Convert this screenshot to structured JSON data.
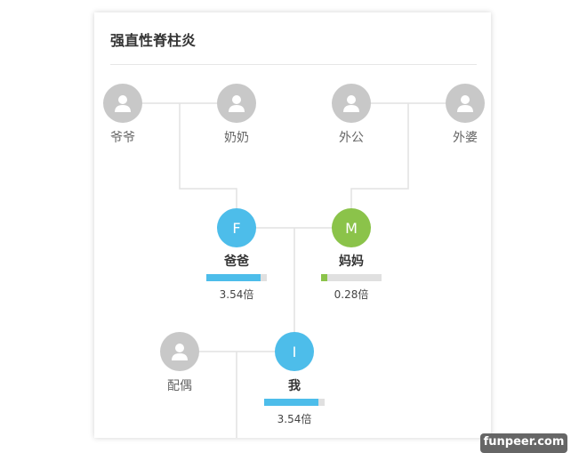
{
  "title": "强直性脊柱炎",
  "grandparents": [
    {
      "label": "爷爷"
    },
    {
      "label": "奶奶"
    },
    {
      "label": "外公"
    },
    {
      "label": "外婆"
    }
  ],
  "father": {
    "initial": "F",
    "name": "爸爸",
    "value": "3.54倍",
    "fraction": 0.9,
    "color": "#4dbdea"
  },
  "mother": {
    "initial": "M",
    "name": "妈妈",
    "value": "0.28倍",
    "fraction": 0.11,
    "color": "#8bc34a"
  },
  "spouse": {
    "label": "配偶"
  },
  "me": {
    "initial": "I",
    "name": "我",
    "value": "3.54倍",
    "fraction": 0.9,
    "color": "#4dbdea"
  },
  "watermark": "funpeer.com"
}
